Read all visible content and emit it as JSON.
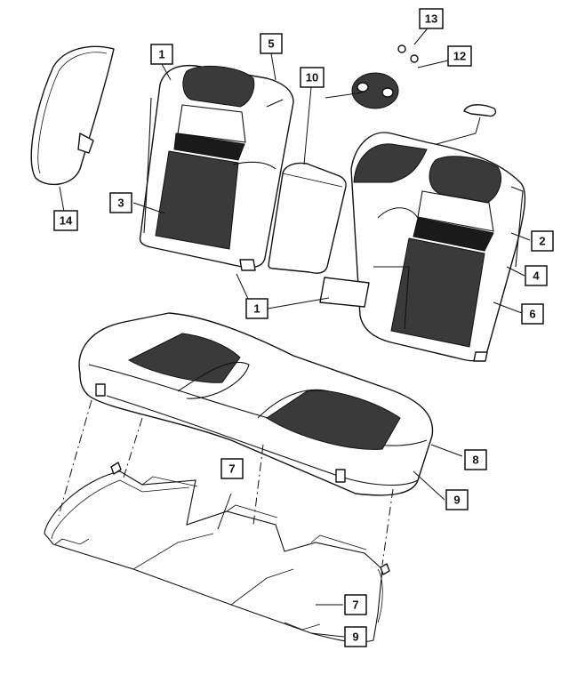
{
  "callouts": [
    {
      "id": "c1a",
      "label": "1"
    },
    {
      "id": "c5",
      "label": "5"
    },
    {
      "id": "c10",
      "label": "10"
    },
    {
      "id": "c13",
      "label": "13"
    },
    {
      "id": "c12",
      "label": "12"
    },
    {
      "id": "c3",
      "label": "3"
    },
    {
      "id": "c14",
      "label": "14"
    },
    {
      "id": "c2",
      "label": "2"
    },
    {
      "id": "c4",
      "label": "4"
    },
    {
      "id": "c1b",
      "label": "1"
    },
    {
      "id": "c6",
      "label": "6"
    },
    {
      "id": "c8",
      "label": "8"
    },
    {
      "id": "c7a",
      "label": "7"
    },
    {
      "id": "c9a",
      "label": "9"
    },
    {
      "id": "c7b",
      "label": "7"
    },
    {
      "id": "c9b",
      "label": "9"
    }
  ]
}
